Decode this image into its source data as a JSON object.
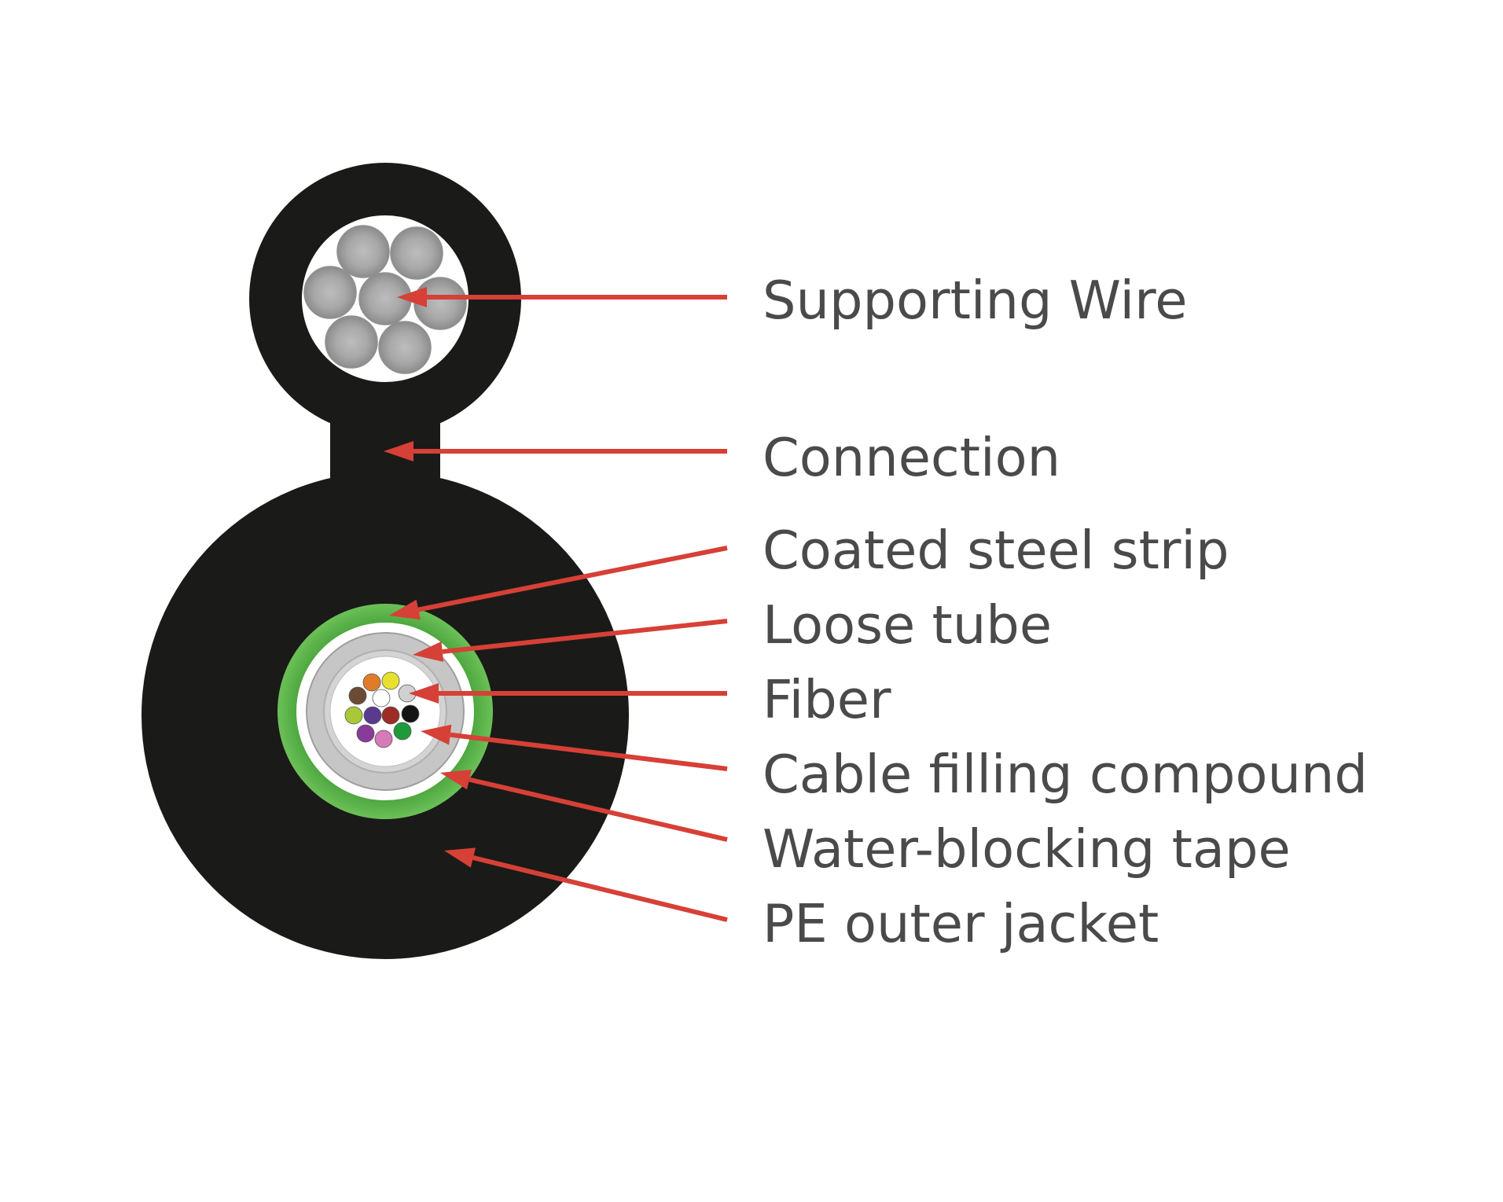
{
  "colors": {
    "jacket": "#1a1a18",
    "arrow": "#d64036",
    "green_tape": "#58b046",
    "wire": "#a5a5a5",
    "tube": "#c8c8c8",
    "label": "#4a4a4a"
  },
  "labels": [
    {
      "id": "supporting-wire",
      "text": "Supporting Wire"
    },
    {
      "id": "connection",
      "text": "Connection"
    },
    {
      "id": "coated-steel-strip",
      "text": "Coated steel strip"
    },
    {
      "id": "loose-tube",
      "text": "Loose tube"
    },
    {
      "id": "fiber",
      "text": "Fiber"
    },
    {
      "id": "cable-filling-compound",
      "text": "Cable filling compound"
    },
    {
      "id": "water-blocking-tape",
      "text": "Water-blocking tape"
    },
    {
      "id": "pe-outer-jacket",
      "text": "PE outer jacket"
    }
  ],
  "fiber_colors": [
    "#e07b2a",
    "#e8e02e",
    "#6b4b35",
    "#ffffff",
    "#d0d0d0",
    "#a8c838",
    "#5a3a8c",
    "#9c2c24",
    "#141414",
    "#8a3a98",
    "#d77ab8",
    "#1f9a3a"
  ]
}
